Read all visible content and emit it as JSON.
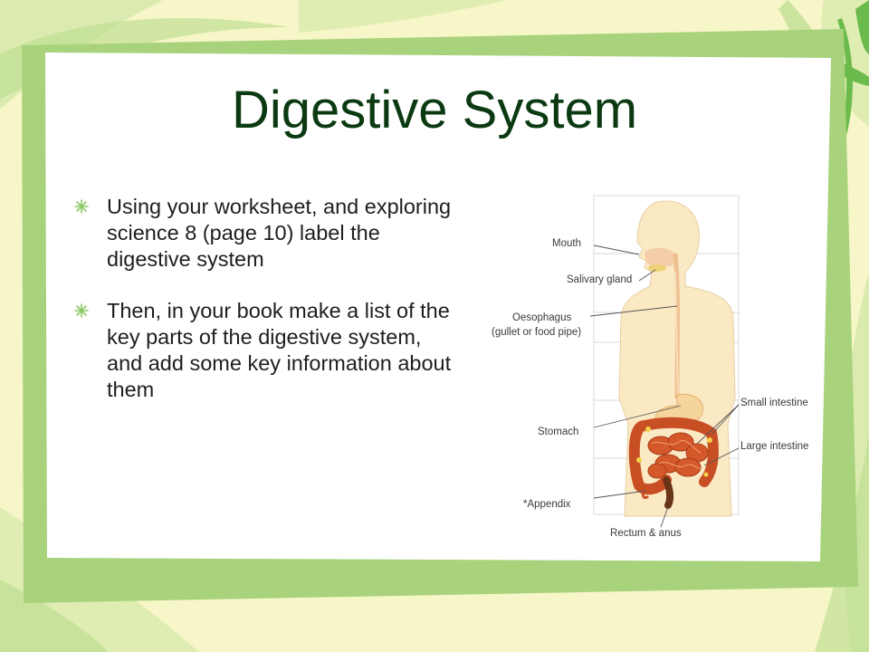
{
  "slide": {
    "title": "Digestive System",
    "bullets": [
      "Using your worksheet, and exploring science 8 (page 10) label the digestive system",
      "Then, in your book make a list of the key parts of the digestive system, and add some key information about them"
    ]
  },
  "diagram": {
    "labels": {
      "mouth": "Mouth",
      "salivary_gland": "Salivary gland",
      "oesophagus": "Oesophagus",
      "oesophagus_note": "(gullet or food pipe)",
      "stomach": "Stomach",
      "appendix": "*Appendix",
      "rectum_anus": "Rectum & anus",
      "small_intestine": "Small intestine",
      "large_intestine": "Large intestine"
    }
  },
  "colors": {
    "background": "#f7f6c8",
    "frame_green": "#a8d37c",
    "title_green": "#0b3a12",
    "body_silhouette": "#fbe9c4",
    "intestine_orange": "#d4582a"
  }
}
